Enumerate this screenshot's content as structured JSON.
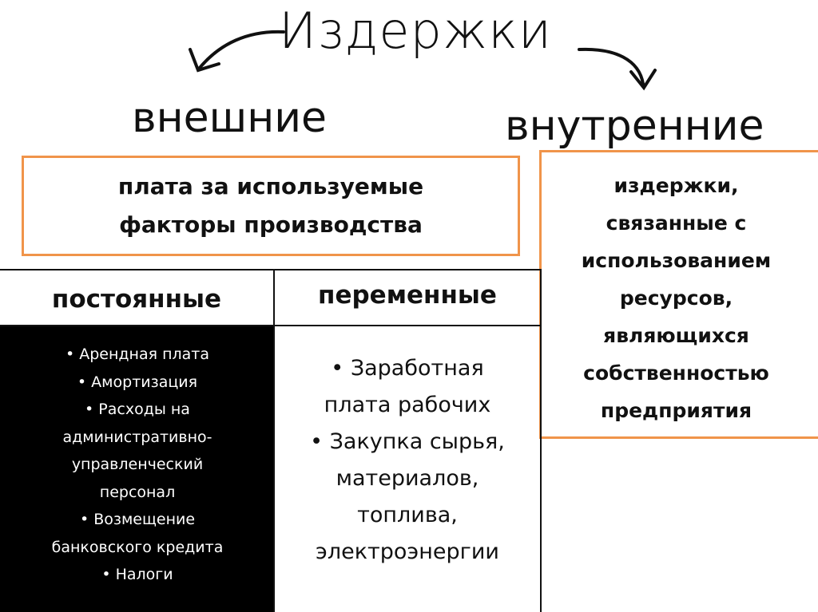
{
  "title": "Издержки",
  "external": {
    "label": "внешние",
    "box_text": [
      "плата за используемые",
      "факторы производства"
    ]
  },
  "internal": {
    "label": "внутренние",
    "box_text": [
      "издержки,",
      "связанные с",
      "использованием",
      "ресурсов,",
      "являющихся",
      "собственностью",
      "предприятия"
    ]
  },
  "fixed": {
    "label": "постоянные",
    "items": [
      "Арендная плата",
      "Амортизация",
      "Расходы на",
      "административно-",
      "управленческий",
      "персонал",
      "Возмещение",
      "банковского кредита",
      "Налоги"
    ],
    "bullet_lines": [
      0,
      1,
      2,
      6,
      8
    ]
  },
  "variable": {
    "label": "переменные",
    "items": [
      "Заработная",
      "плата рабочих",
      "Закупка сырья,",
      "материалов,",
      "топлива,",
      "электроэнергии"
    ],
    "bullet_lines": [
      0,
      2
    ]
  },
  "colors": {
    "accent": "#f0944a",
    "dark": "#000000"
  }
}
